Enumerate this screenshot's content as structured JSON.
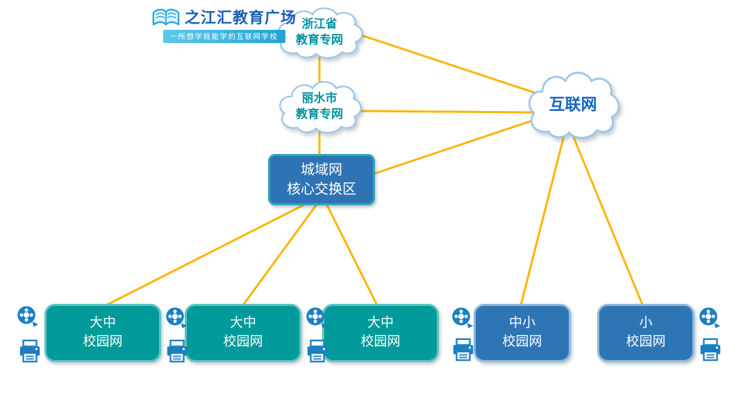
{
  "logo": {
    "title": "之江汇教育广场",
    "subtitle": "一所想学就能学的互联网学校",
    "icon": "open-book-icon"
  },
  "nodes": {
    "province_cloud": {
      "line1": "浙江省",
      "line2": "教育专网"
    },
    "city_cloud": {
      "line1": "丽水市",
      "line2": "教育专网"
    },
    "internet_cloud": {
      "label": "互联网"
    },
    "core_switch": {
      "line1": "城域网",
      "line2": "核心交换区"
    }
  },
  "campus": [
    {
      "line1": "大中",
      "line2": "校园网",
      "style": "teal"
    },
    {
      "line1": "大中",
      "line2": "校园网",
      "style": "teal"
    },
    {
      "line1": "大中",
      "line2": "校园网",
      "style": "teal"
    },
    {
      "line1": "中小",
      "line2": "校园网",
      "style": "blue"
    },
    {
      "line1": "小",
      "line2": "校园网",
      "style": "blue"
    }
  ],
  "edges": [
    {
      "from": "province_cloud",
      "to": "city_cloud"
    },
    {
      "from": "province_cloud",
      "to": "internet_cloud"
    },
    {
      "from": "city_cloud",
      "to": "internet_cloud"
    },
    {
      "from": "city_cloud",
      "to": "core_switch"
    },
    {
      "from": "core_switch",
      "to": "internet_cloud"
    },
    {
      "from": "core_switch",
      "to": "campus_0"
    },
    {
      "from": "core_switch",
      "to": "campus_1"
    },
    {
      "from": "core_switch",
      "to": "campus_2"
    },
    {
      "from": "internet_cloud",
      "to": "campus_3"
    },
    {
      "from": "internet_cloud",
      "to": "campus_4"
    }
  ],
  "icons": {
    "camera": "camera-icon",
    "printer": "printer-icon",
    "logo_book": "open-book-icon"
  },
  "colors": {
    "connector_line": "#FFB300",
    "teal_node_fill": "#009A9A",
    "teal_node_border": "#5FC3C3",
    "blue_node_fill": "#2E75B6",
    "blue_node_border": "#8FB8DF",
    "core_node_fill": "#2E74B5",
    "core_node_border": "#2FA8B8",
    "cloud_stroke": "#9EC6E8",
    "cloud_text": "#0093A0",
    "internet_text": "#1565C0",
    "icon_blue": "#1B7FC4",
    "logo_blue": "#1A5FB4",
    "logo_bar": "#2BAED8"
  }
}
